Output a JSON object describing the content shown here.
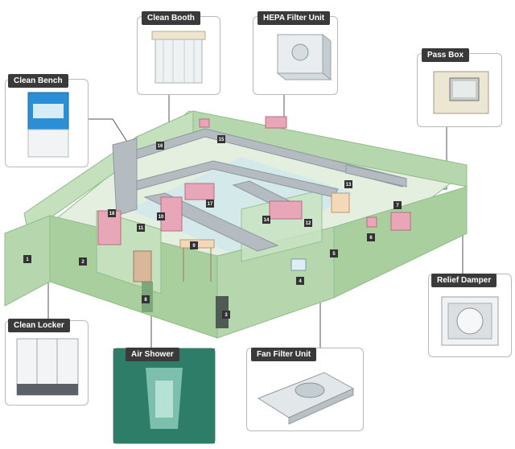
{
  "colors": {
    "room_wall": "#b6d7ae",
    "room_wall_dark": "#8fbd88",
    "floor": "#e4efe0",
    "floor_clean": "#cfe8ec",
    "duct": "#b4bcc2",
    "equipment_pink": "#e7a7b8",
    "label_bg": "#3a3a3a",
    "leader_line": "#555555"
  },
  "callouts": {
    "clean_booth": "Clean Booth",
    "hepa_filter_unit": "HEPA Filter Unit",
    "pass_box": "Pass Box",
    "clean_bench": "Clean Bench",
    "relief_damper": "Relief Damper",
    "clean_locker": "Clean Locker",
    "air_shower": "Air Shower",
    "fan_filter_unit": "Fan Filter Unit"
  },
  "markers": [
    "1",
    "2",
    "3",
    "4",
    "5",
    "6",
    "7",
    "8",
    "9",
    "10",
    "11",
    "12",
    "13",
    "14",
    "15",
    "16",
    "17",
    "18"
  ]
}
